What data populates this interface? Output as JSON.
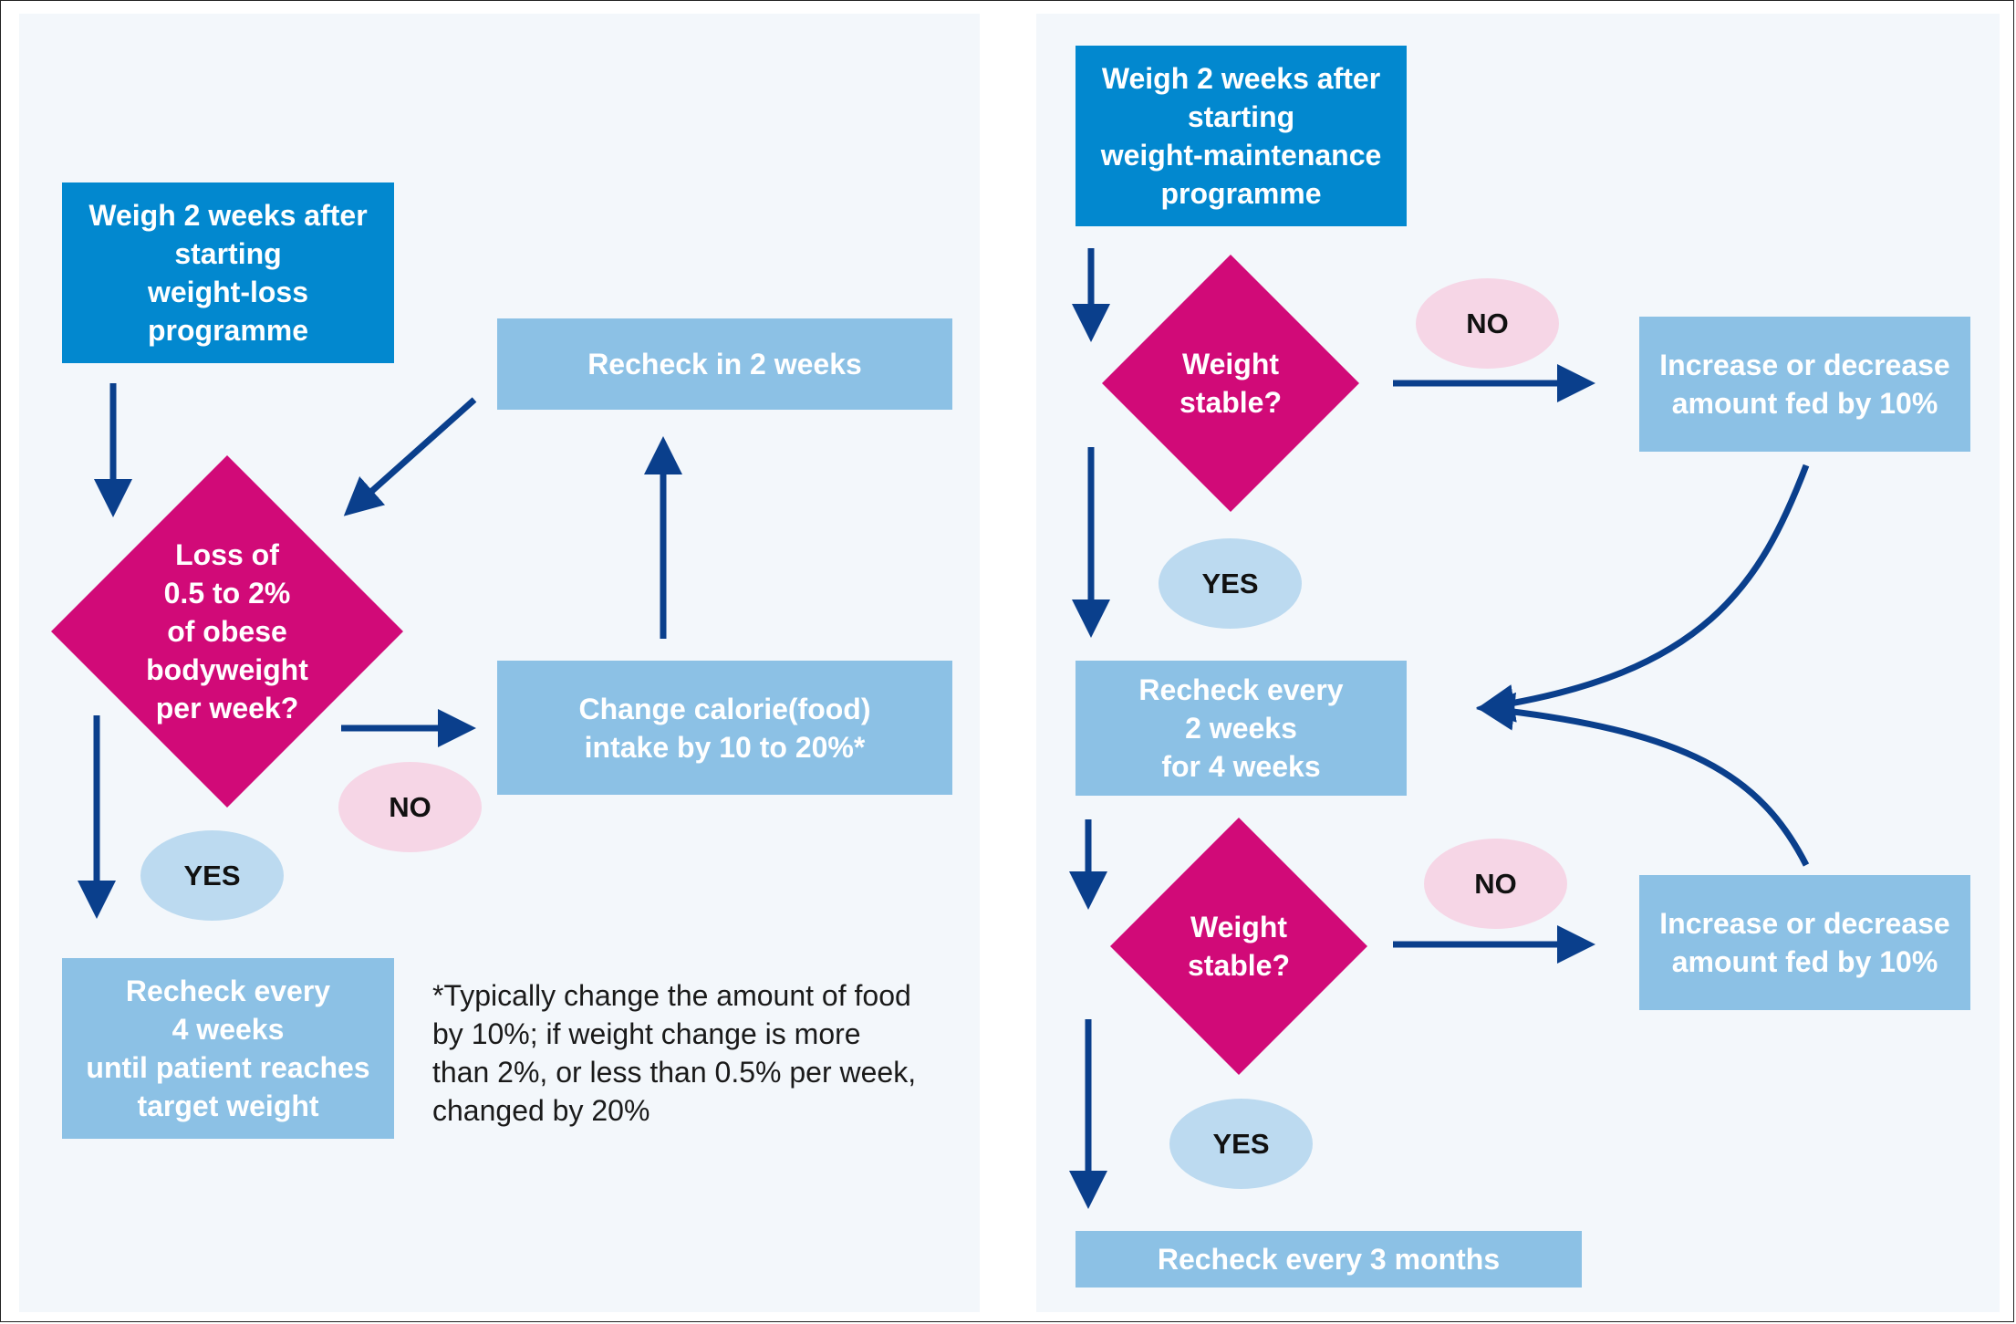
{
  "left": {
    "start_box": "Weigh 2 weeks after\nstarting\nweight-loss\nprogramme",
    "decision": "Loss of\n0.5 to 2%\nof obese\nbodyweight\nper week?",
    "change_box": "Change calorie(food)\nintake by 10 to 20%*",
    "recheck_2w": "Recheck in 2 weeks",
    "recheck_4w": "Recheck every\n4 weeks\nuntil patient reaches\ntarget weight",
    "yes_label": "YES",
    "no_label": "NO",
    "footnote": "*Typically change the amount of food\nby 10%; if weight change is more\nthan 2%, or less than 0.5% per week,\nchanged by 20%"
  },
  "right": {
    "start_box": "Weigh 2 weeks after\nstarting\nweight-maintenance\nprogramme",
    "decision_1": "Weight\nstable?",
    "adjust_1": "Increase or decrease\namount fed by 10%",
    "recheck_2w": "Recheck every\n2 weeks\nfor 4 weeks",
    "decision_2": "Weight\nstable?",
    "adjust_2": "Increase or decrease\namount fed by 10%",
    "recheck_3m": "Recheck every 3 months",
    "yes_label_1": "YES",
    "no_label_1": "NO",
    "yes_label_2": "YES",
    "no_label_2": "NO"
  },
  "colors": {
    "dark_box": "#0288cf",
    "light_box": "#8cc1e5",
    "diamond": "#d10a78",
    "arrow": "#0a3f8c",
    "yes_oval": "#bcdaf0",
    "no_oval": "#f6d6e6",
    "panel": "#f3f7fb"
  }
}
